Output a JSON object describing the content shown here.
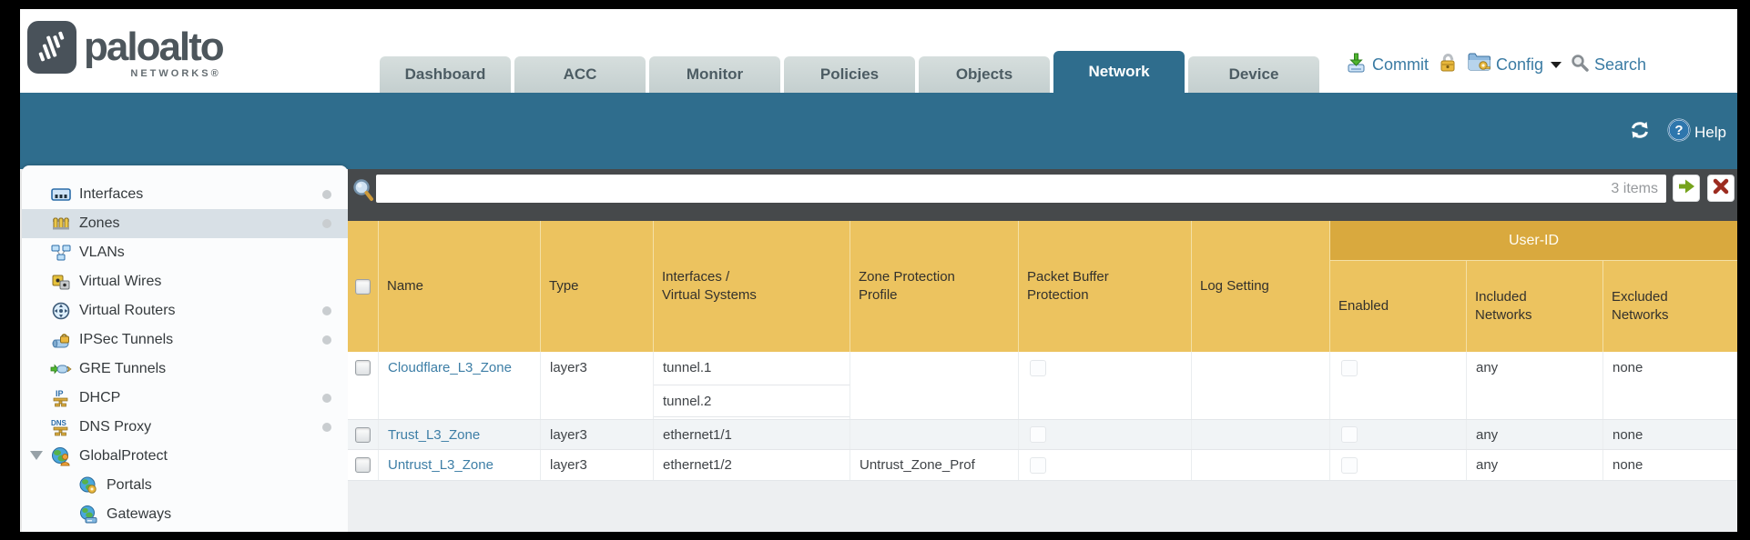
{
  "brand": {
    "name": "paloalto",
    "sub": "NETWORKS®"
  },
  "nav_tabs": {
    "items": [
      "Dashboard",
      "ACC",
      "Monitor",
      "Policies",
      "Objects",
      "Network",
      "Device"
    ],
    "active": "Network"
  },
  "header_actions": {
    "commit": "Commit",
    "config": "Config",
    "search": "Search"
  },
  "toolbar": {
    "help": "Help"
  },
  "sidebar": {
    "items": [
      {
        "label": "Interfaces",
        "icon": "interfaces-icon",
        "has_dot": true
      },
      {
        "label": "Zones",
        "icon": "zones-icon",
        "selected": true,
        "has_dot": true
      },
      {
        "label": "VLANs",
        "icon": "vlans-icon"
      },
      {
        "label": "Virtual Wires",
        "icon": "virtual-wires-icon"
      },
      {
        "label": "Virtual Routers",
        "icon": "virtual-routers-icon",
        "has_dot": true
      },
      {
        "label": "IPSec Tunnels",
        "icon": "ipsec-tunnels-icon",
        "has_dot": true
      },
      {
        "label": "GRE Tunnels",
        "icon": "gre-tunnels-icon"
      },
      {
        "label": "DHCP",
        "icon": "dhcp-icon",
        "has_dot": true
      },
      {
        "label": "DNS Proxy",
        "icon": "dns-proxy-icon",
        "has_dot": true
      },
      {
        "label": "GlobalProtect",
        "icon": "globalprotect-icon",
        "expanded": true
      },
      {
        "label": "Portals",
        "icon": "portals-icon",
        "child": true
      },
      {
        "label": "Gateways",
        "icon": "gateways-icon",
        "child": true
      }
    ]
  },
  "filter": {
    "value": "",
    "count": "3 items"
  },
  "table": {
    "group_header": "User-ID",
    "columns": [
      "Name",
      "Type",
      "Interfaces / Virtual Systems",
      "Zone Protection Profile",
      "Packet Buffer Protection",
      "Log Setting",
      "Enabled",
      "Included Networks",
      "Excluded Networks"
    ],
    "rows": [
      {
        "name": "Cloudflare_L3_Zone",
        "type": "layer3",
        "interfaces": [
          "tunnel.1",
          "tunnel.2"
        ],
        "zone_protection_profile": "",
        "packet_buffer_protection_checked": false,
        "log_setting": "",
        "user_id_enabled_checked": false,
        "included_networks": "any",
        "excluded_networks": "none"
      },
      {
        "name": "Trust_L3_Zone",
        "type": "layer3",
        "interfaces": [
          "ethernet1/1"
        ],
        "zone_protection_profile": "",
        "packet_buffer_protection_checked": false,
        "log_setting": "",
        "user_id_enabled_checked": false,
        "included_networks": "any",
        "excluded_networks": "none"
      },
      {
        "name": "Untrust_L3_Zone",
        "type": "layer3",
        "interfaces": [
          "ethernet1/2"
        ],
        "zone_protection_profile": "Untrust_Zone_Prof",
        "packet_buffer_protection_checked": false,
        "log_setting": "",
        "user_id_enabled_checked": false,
        "included_networks": "any",
        "excluded_networks": "none"
      }
    ]
  },
  "colors": {
    "teal": "#2f6d8d",
    "table_header": "#ecc35f",
    "table_header_group": "#d9a93e",
    "link": "#3d7ea6",
    "filter_bar": "#46494b",
    "action_text": "#3a7ba3"
  }
}
